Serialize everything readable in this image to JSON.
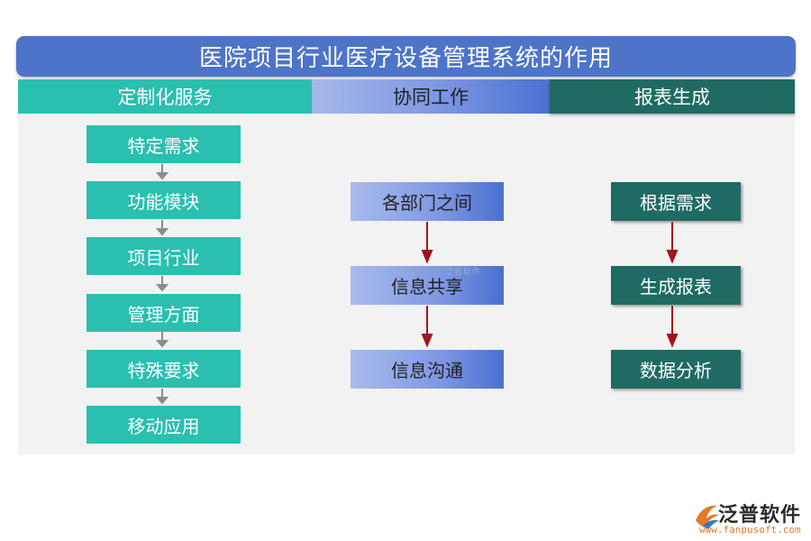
{
  "title": "医院项目行业医疗设备管理系统的作用",
  "columns": [
    {
      "header": "定制化服务",
      "color": "#2bbfb0",
      "items": [
        "特定需求",
        "功能模块",
        "项目行业",
        "管理方面",
        "特殊要求",
        "移动应用"
      ]
    },
    {
      "header": "协同工作",
      "color": "#4c70d1",
      "items": [
        "各部门之间",
        "信息共享",
        "信息沟通"
      ]
    },
    {
      "header": "报表生成",
      "color": "#1f6b63",
      "items": [
        "根据需求",
        "生成报表",
        "数据分析"
      ]
    }
  ],
  "arrow_colors": {
    "gray": "#8c8c8c",
    "red": "#a0141e"
  },
  "watermark": "泛普软件",
  "brand": {
    "name": "泛普软件",
    "url": "www.fanpusoft.com",
    "accent": "#e07a2a"
  }
}
